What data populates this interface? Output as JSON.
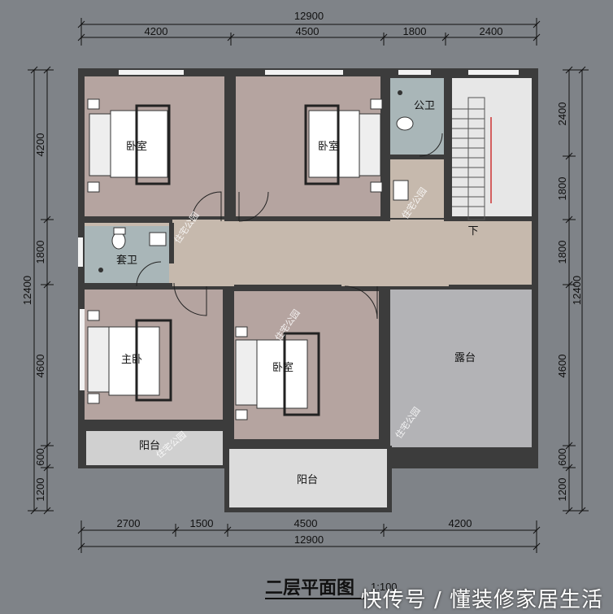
{
  "drawing": {
    "title": "二层平面图",
    "scale": "1:100"
  },
  "dimensions": {
    "top_total": "12900",
    "top_segments": [
      "4200",
      "4500",
      "1800",
      "2400"
    ],
    "bottom_segments": [
      "2700",
      "1500",
      "4500",
      "4200"
    ],
    "bottom_total": "12900",
    "left_total": "12400",
    "left_segments": [
      "4200",
      "1800",
      "4600",
      "600",
      "1200"
    ],
    "right_total": "12400",
    "right_segments": [
      "2400",
      "1800",
      "1800",
      "4600",
      "600",
      "1200"
    ]
  },
  "rooms": {
    "bedroom_top_left": "卧室",
    "bedroom_top_mid": "卧室",
    "public_bath": "公卫",
    "ensuite_bath": "套卫",
    "master_bedroom": "主卧",
    "bedroom_bottom_mid": "卧室",
    "terrace": "露台",
    "balcony_left": "阳台",
    "balcony_mid": "阳台",
    "stair_down": "下"
  },
  "watermark": "住宅公园",
  "footer": {
    "caption": "快传号 / 懂装修家居生活"
  },
  "colors": {
    "background": "#7f8388",
    "bedroom": "#b5a4a0",
    "bath": "#a9b6b8",
    "corridor": "#c6b9ad",
    "terrace": "#b3b3b6",
    "wall": "#3c3c3c"
  }
}
